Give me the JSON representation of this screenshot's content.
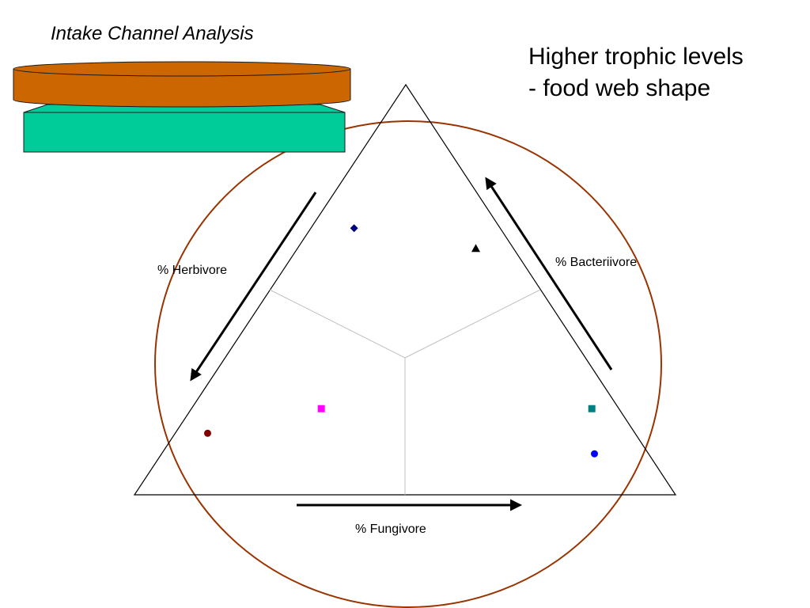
{
  "slide": {
    "title": "Intake Channel Analysis",
    "heading_lines": [
      "Higher trophic levels",
      "- food web shape"
    ]
  },
  "colors": {
    "background": "#ffffff",
    "circle": "#993300",
    "disk": "#cc6600",
    "base": "#00cc99",
    "divider": "#c0c0c0",
    "arrow": "#000000"
  },
  "chart_data": {
    "type": "scatter",
    "title": "",
    "axis_labels": {
      "herbivore": "% Herbivore",
      "bacteriivore": "% Bacteriivore",
      "fungivore": "% Fungivore"
    },
    "grid": true,
    "points": [
      {
        "herbivore": 0.27,
        "bacteriivore": 0.65,
        "fungivore": 0.08,
        "marker": "diamond",
        "color": "#000080"
      },
      {
        "herbivore": 0.07,
        "bacteriivore": 0.6,
        "fungivore": 0.33,
        "marker": "triangle",
        "color": "#000000"
      },
      {
        "herbivore": 0.55,
        "bacteriivore": 0.21,
        "fungivore": 0.24,
        "marker": "square",
        "color": "#ff00ff"
      },
      {
        "herbivore": 0.79,
        "bacteriivore": 0.15,
        "fungivore": 0.06,
        "marker": "circle",
        "color": "#800000"
      },
      {
        "herbivore": 0.05,
        "bacteriivore": 0.21,
        "fungivore": 0.74,
        "marker": "square",
        "color": "#008080"
      },
      {
        "herbivore": 0.1,
        "bacteriivore": 0.1,
        "fungivore": 0.8,
        "marker": "circle",
        "color": "#0000ff"
      }
    ]
  }
}
